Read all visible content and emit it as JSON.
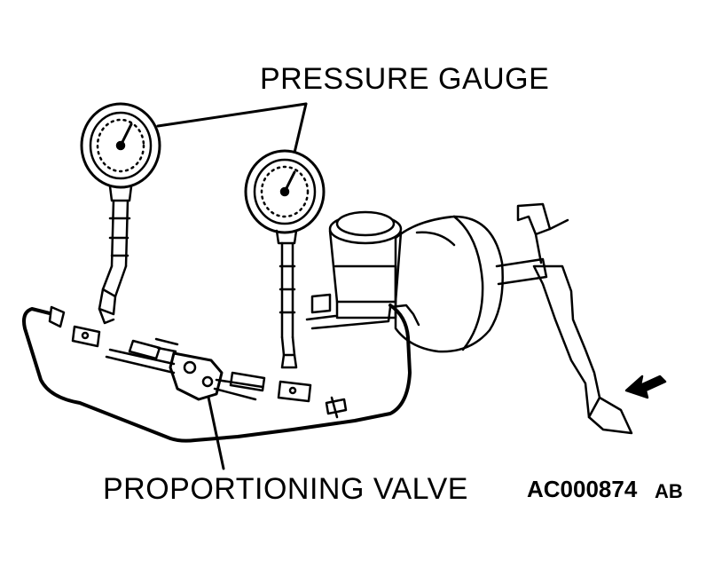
{
  "labels": {
    "pressure_gauge": "PRESSURE GAUGE",
    "proportioning_valve": "PROPORTIONING VALVE",
    "figure_code": "AC000874",
    "figure_suffix": "AB"
  },
  "colors": {
    "ink": "#000000",
    "paper": "#ffffff"
  }
}
